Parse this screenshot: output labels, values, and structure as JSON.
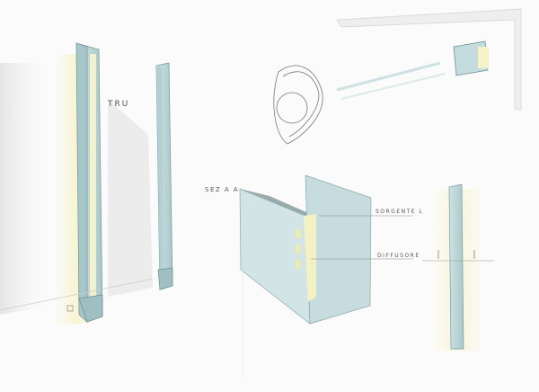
{
  "labels": {
    "title": "TRU",
    "section": "SEZ A A",
    "light_source": "SORGENTE L",
    "diffuser": "DIFFUSORE"
  },
  "colors": {
    "glass": "#bcd6d8",
    "glass_dark": "#8fb2b6",
    "glow": "#f4f3cf",
    "shadow": "#d6d6d6"
  }
}
